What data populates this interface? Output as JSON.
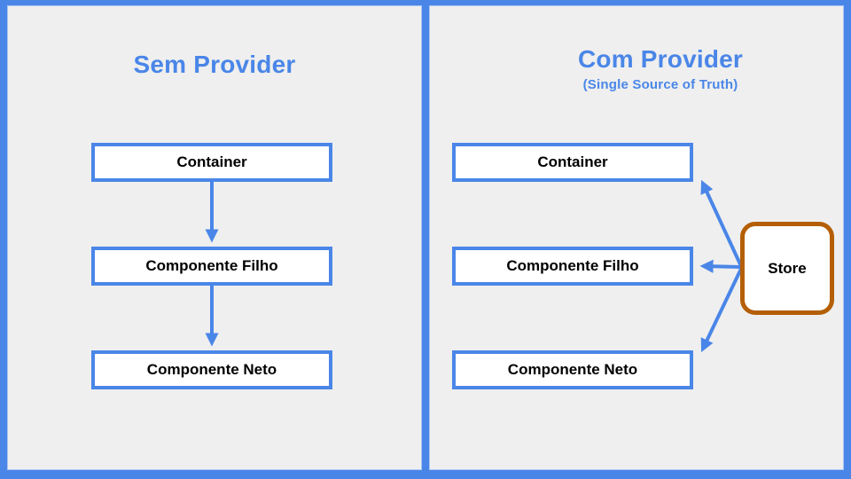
{
  "slide": {
    "left_panel": {
      "title": "Sem Provider",
      "boxes": [
        "Container",
        "Componente Filho",
        "Componente Neto"
      ]
    },
    "right_panel": {
      "title": "Com Provider",
      "subtitle": "(Single Source of Truth)",
      "boxes": [
        "Container",
        "Componente Filho",
        "Componente Neto"
      ],
      "store_label": "Store"
    }
  },
  "colors": {
    "accent_blue": "#4a86e8",
    "panel_background": "#efefef",
    "node_background": "#ffffff",
    "store_border": "#b45f06",
    "node_text": "#000000"
  }
}
